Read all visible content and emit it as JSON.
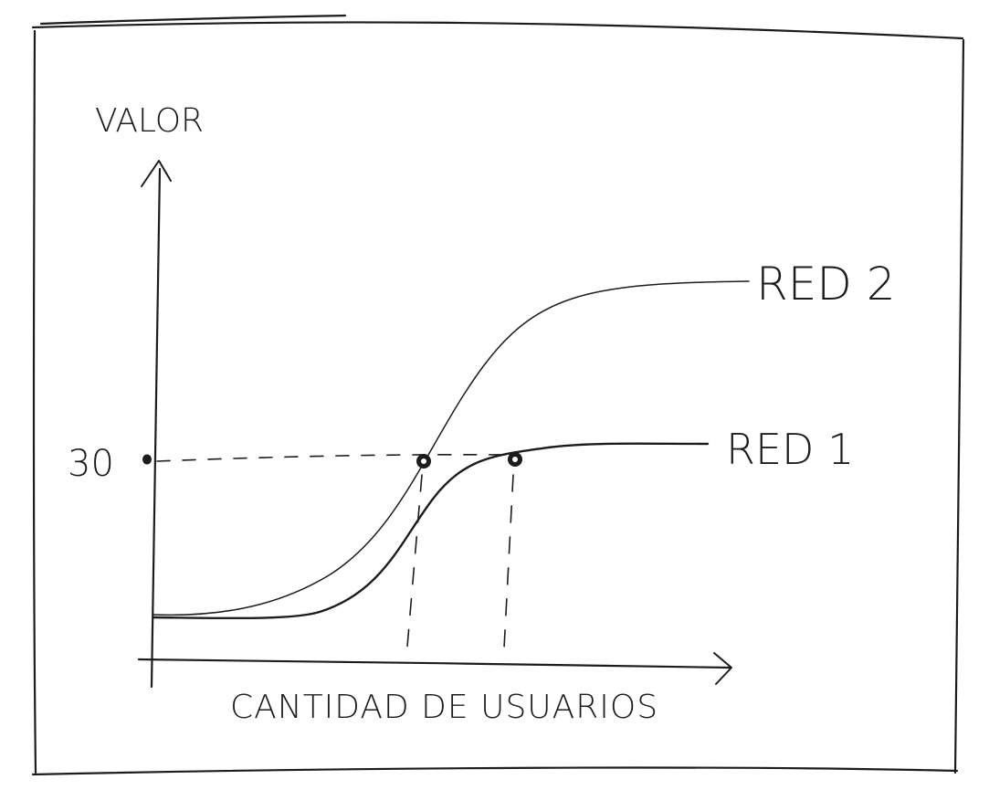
{
  "labels": {
    "y_axis": "VALOR",
    "x_axis": "CANTIDAD DE USUARIOS",
    "y_tick": "30",
    "curve_red2": "RED 2",
    "curve_red1": "RED 1"
  },
  "colors": {
    "ink": "#1c1c1c",
    "paper": "#ffffff"
  }
}
